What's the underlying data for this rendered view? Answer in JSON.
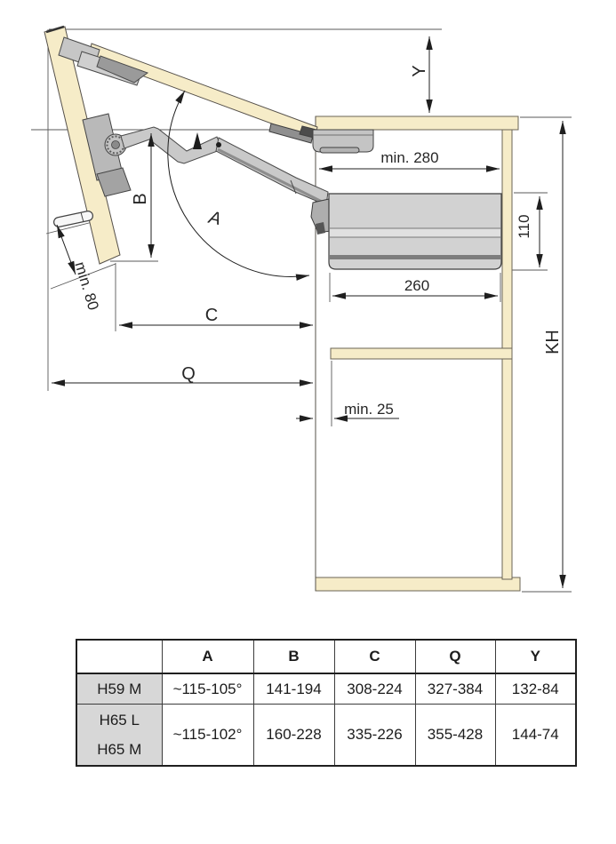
{
  "diagram": {
    "labels": {
      "y": "Y",
      "min280": "min. 280",
      "h110": "110",
      "w260": "260",
      "b": "B",
      "a": "A",
      "c": "C",
      "q": "Q",
      "min80": "min. 80",
      "min25": "min. 25",
      "kh": "KH"
    },
    "colors": {
      "wood": "#f6ecc8",
      "mechanism_gray": "#cdcdcd",
      "dark_outline": "#444444",
      "dimension_line": "#2e2e2e",
      "table_label_bg": "#d7d7d7"
    }
  },
  "table": {
    "headers": [
      "",
      "A",
      "B",
      "C",
      "Q",
      "Y"
    ],
    "rows": [
      {
        "labels": [
          "H59 M"
        ],
        "values": [
          "~115-105°",
          "141-194",
          "308-224",
          "327-384",
          "132-84"
        ]
      },
      {
        "labels": [
          "H65 L",
          "H65 M"
        ],
        "values": [
          "~115-102°",
          "160-228",
          "335-226",
          "355-428",
          "144-74"
        ]
      }
    ]
  }
}
